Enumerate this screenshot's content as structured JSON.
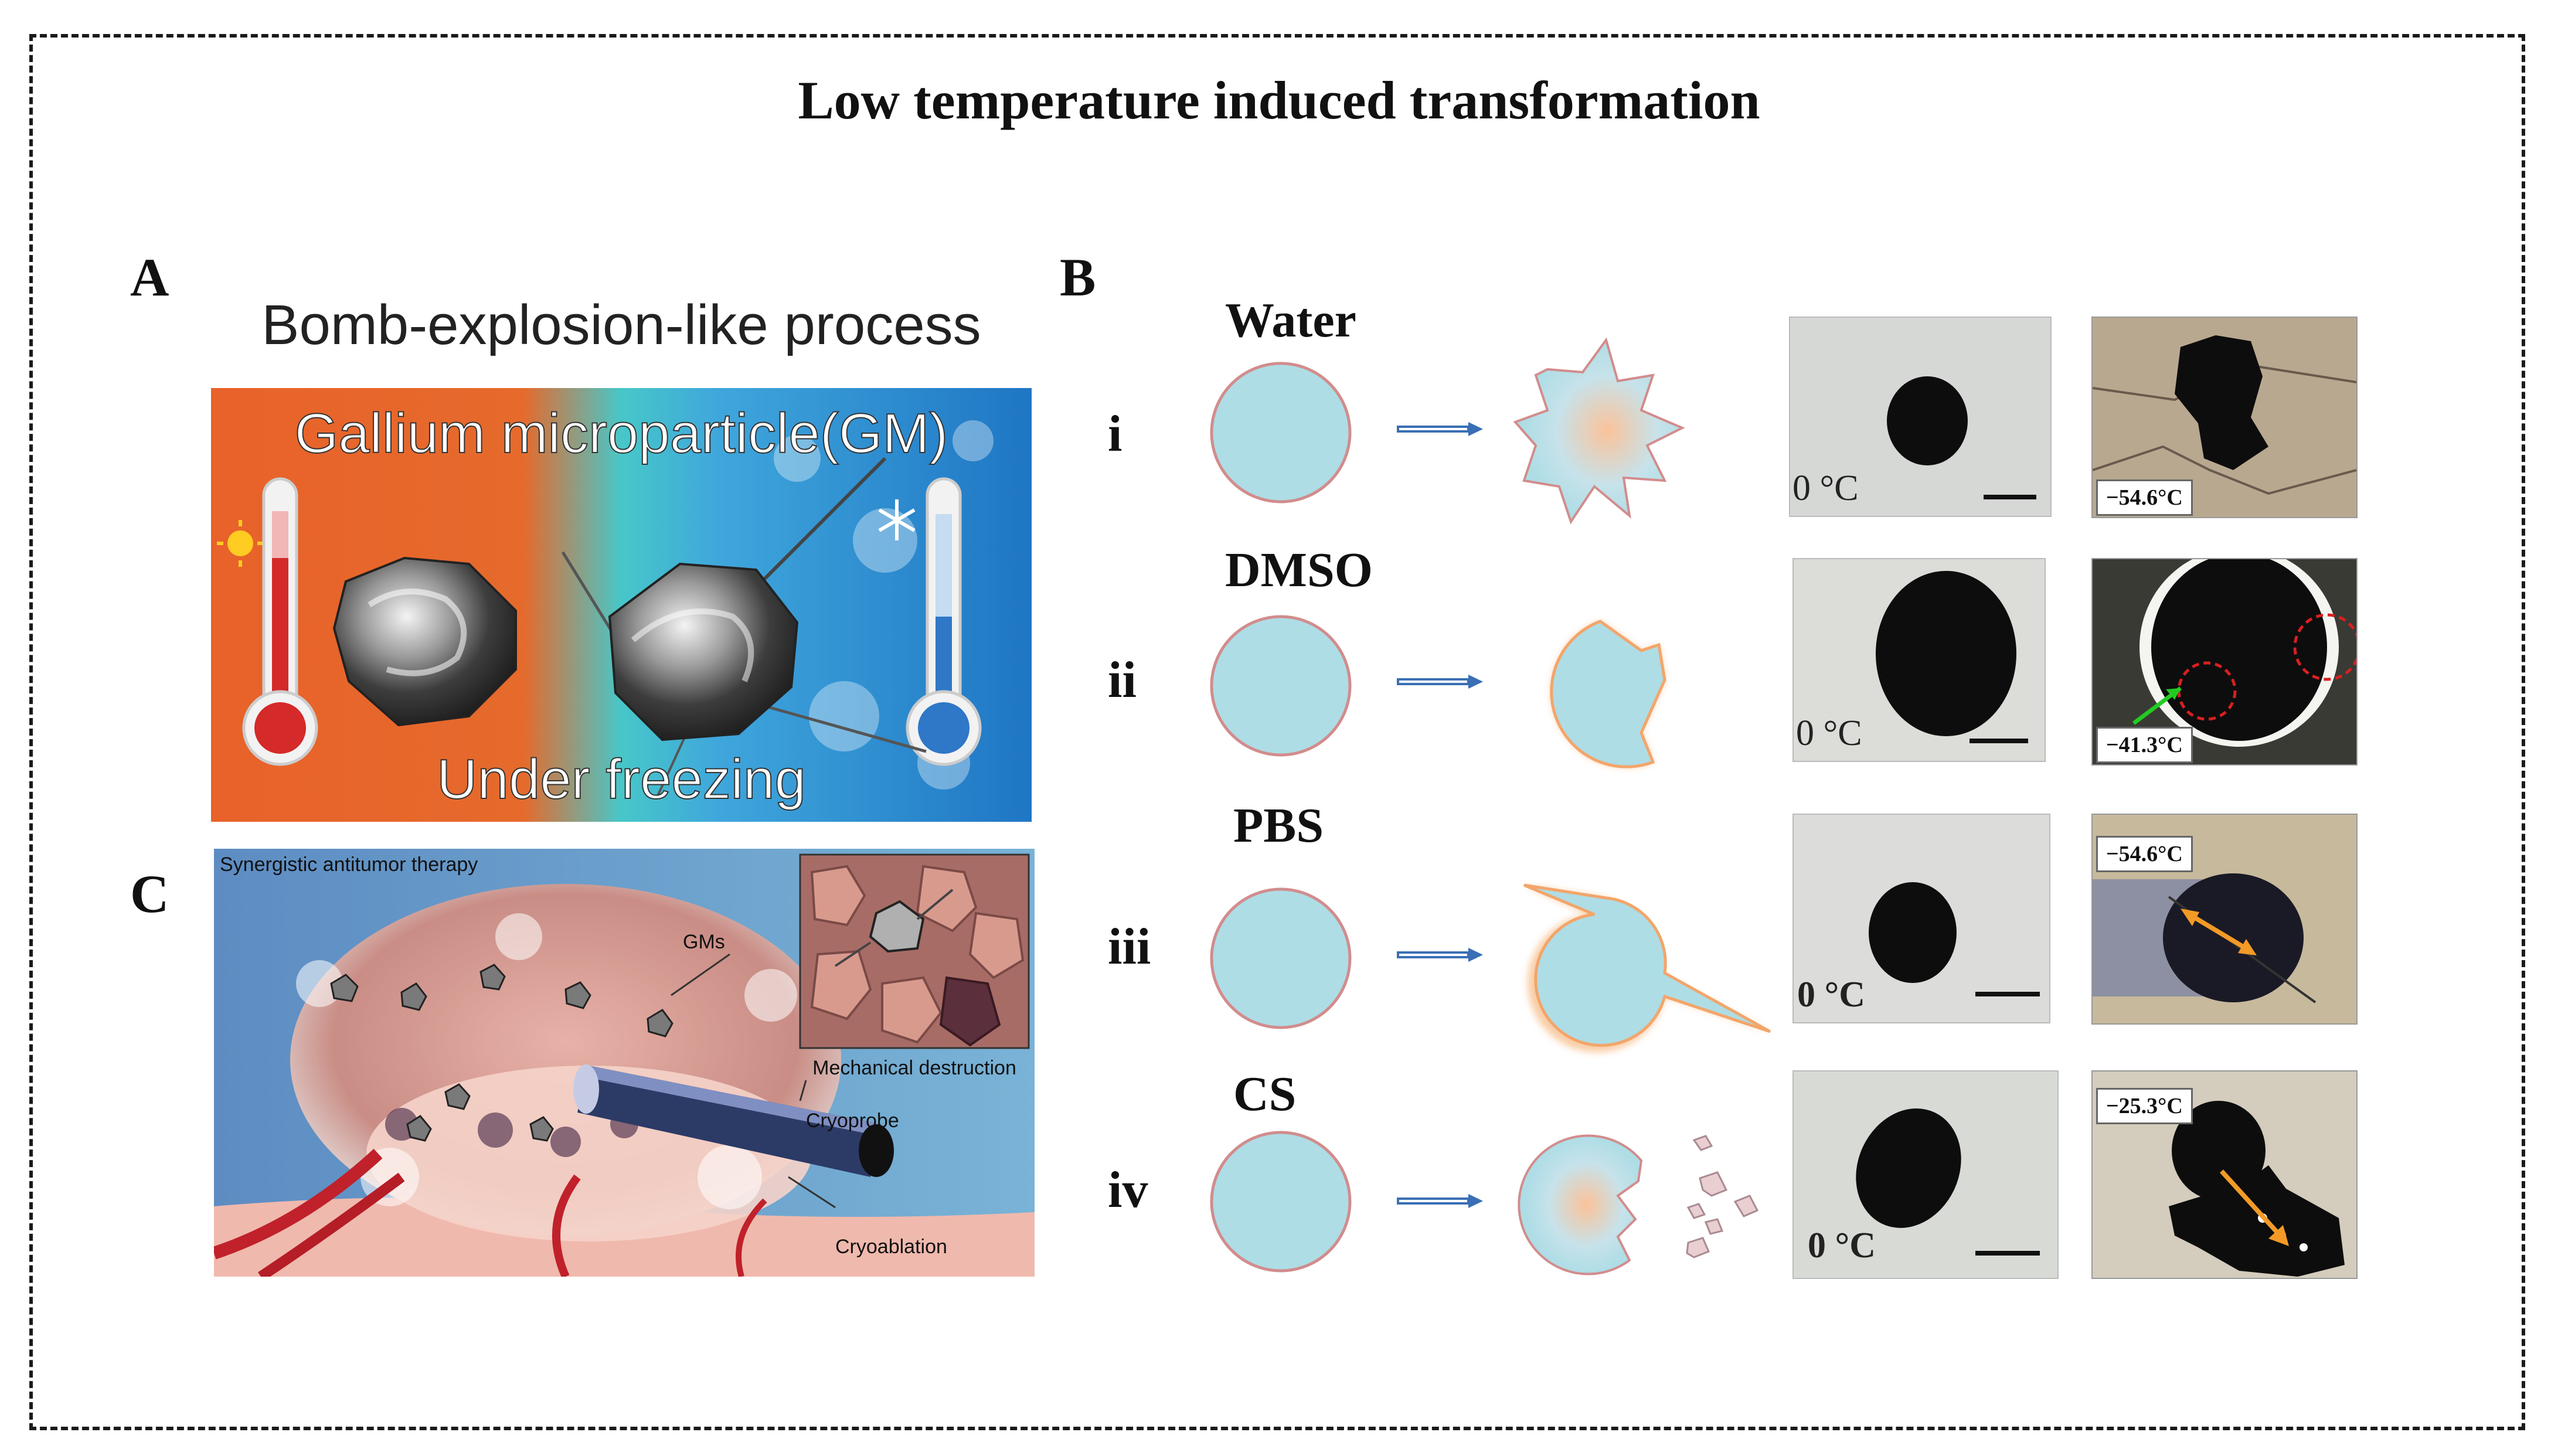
{
  "title": "Low temperature induced transformation",
  "panels": {
    "a": {
      "letter": "A",
      "heading": "Bomb-explosion-like process",
      "subject": "Gallium microparticle(GM)",
      "caption": "Under freezing"
    },
    "b": {
      "letter": "B",
      "rows": [
        {
          "roman": "i",
          "solvent": "Water",
          "label_0c": "0 °C",
          "label_low": "−54.6°C"
        },
        {
          "roman": "ii",
          "solvent": "DMSO",
          "label_0c": "0 °C",
          "label_low": "−41.3°C"
        },
        {
          "roman": "iii",
          "solvent": "PBS",
          "label_0c": "0 °C",
          "label_low": "−54.6°C"
        },
        {
          "roman": "iv",
          "solvent": "CS",
          "label_0c": "0 °C",
          "label_low": "−25.3°C"
        }
      ]
    },
    "c": {
      "letter": "C",
      "heading": "Synergistic antitumor therapy",
      "gms_label": "GMs",
      "inset_label": "Mechanical destruction",
      "probe_label": "Cryoprobe",
      "ablation_label": "Cryoablation"
    }
  },
  "colors": {
    "particle_fill": "#aedde6",
    "particle_stroke": "#d28c8c",
    "arrow": "#3a6fb5",
    "glow": "#f4a35a",
    "panel_a_warm": "#e8622a",
    "panel_a_cold": "#5fb4d8",
    "panel_c_bg": "#6f9cc9"
  }
}
